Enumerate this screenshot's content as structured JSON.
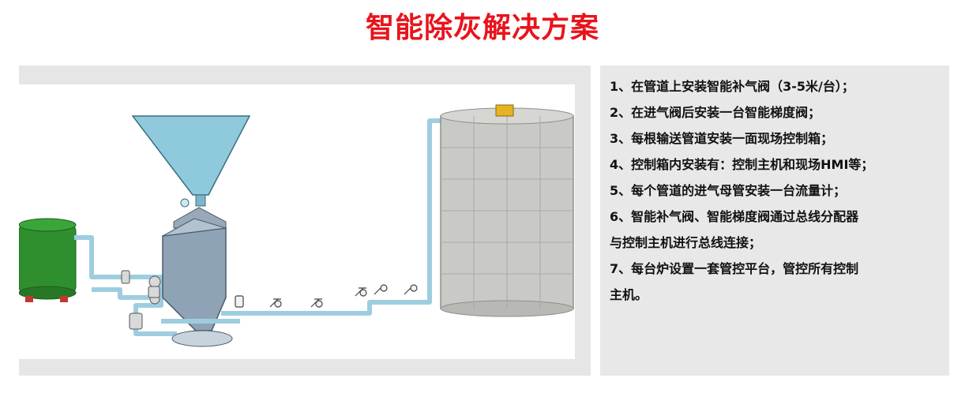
{
  "page": {
    "title": "智能除灰解决方案"
  },
  "steps": [
    "1、在管道上安装智能补气阀（3-5米/台）；",
    "2、在进气阀后安装一台智能梯度阀；",
    "3、每根输送管道安装一面现场控制箱；",
    "4、控制箱内安装有：控制主机和现场HMI等；",
    "5、每个管道的进气母管安装一台流量计；",
    "6、智能补气阀、智能梯度阀通过总线分配器",
    "与控制主机进行总线连接；",
    "7、每台炉设置一套管控平台，管控所有控制",
    "主机。"
  ],
  "colors": {
    "title": "#e8141c",
    "pipe": "#bfe3f0",
    "hopper": "#8ec9dc",
    "silo_body": "#8fa3b6",
    "tank": "#2f8f2f",
    "storage": "#c9c9c6"
  }
}
